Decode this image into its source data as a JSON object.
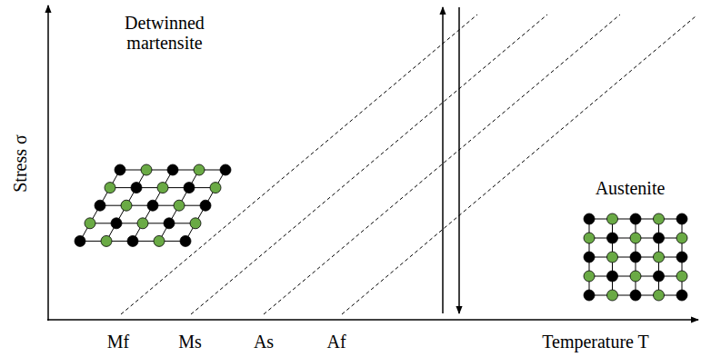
{
  "diagram": {
    "labels": [
      "Detwinned martensite",
      "Austenite",
      "Stress σ",
      "Temperature T",
      "Mf",
      "Ms",
      "As",
      "Af"
    ]
  }
}
